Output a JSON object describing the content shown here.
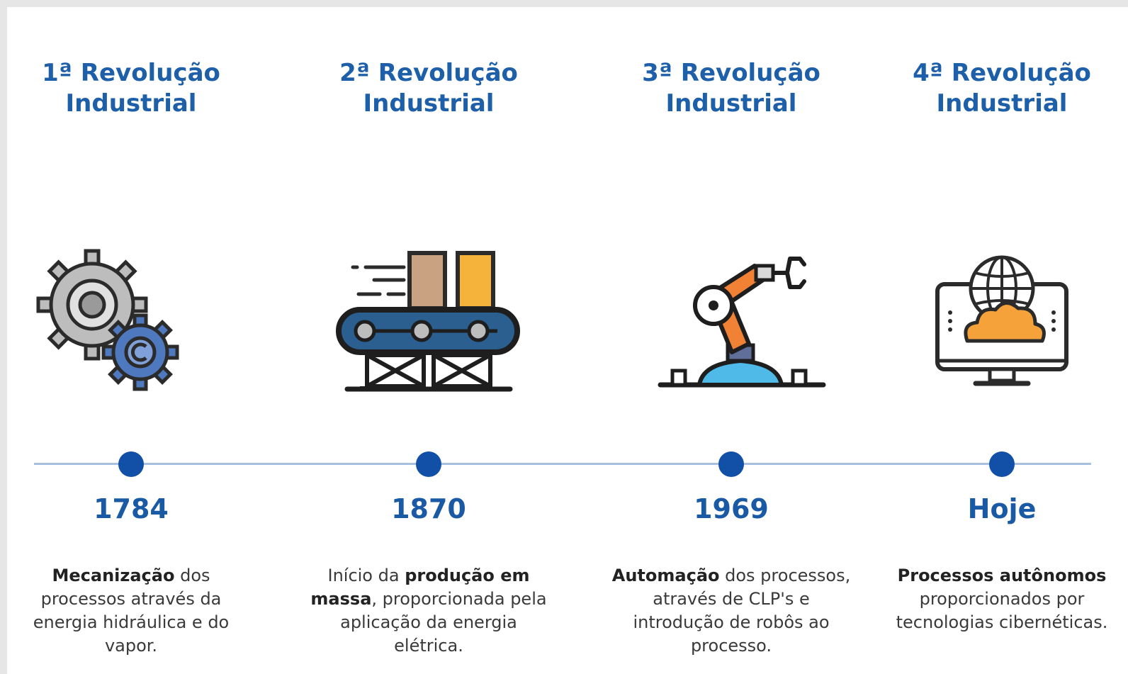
{
  "eras": [
    {
      "title_line1": "1ª Revolução",
      "title_line2": "Industrial",
      "icon": "gears-icon",
      "year": "1784",
      "desc": [
        {
          "t": "Mecanização",
          "b": true
        },
        {
          "t": " dos processos através da energia hidráulica e do vapor.",
          "b": false
        }
      ]
    },
    {
      "title_line1": "2ª Revolução",
      "title_line2": "Industrial",
      "icon": "conveyor-belt-icon",
      "year": "1870",
      "desc": [
        {
          "t": "Início da ",
          "b": false
        },
        {
          "t": "produção em massa",
          "b": true
        },
        {
          "t": ", proporcionada pela aplicação da energia elétrica.",
          "b": false
        }
      ]
    },
    {
      "title_line1": "3ª Revolução",
      "title_line2": "Industrial",
      "icon": "robotic-arm-icon",
      "year": "1969",
      "desc": [
        {
          "t": "Automação",
          "b": true
        },
        {
          "t": " dos processos, através de CLP's e introdução de robôs ao processo.",
          "b": false
        }
      ]
    },
    {
      "title_line1": "4ª Revolução",
      "title_line2": "Industrial",
      "icon": "cloud-computer-icon",
      "year": "Hoje",
      "desc": [
        {
          "t": "Processos autônomos",
          "b": true
        },
        {
          "t": " proporcionados por tecnologias cibernéticas.",
          "b": false
        }
      ]
    }
  ],
  "colors": {
    "title": "#1d5fa8",
    "year": "#1a5aa5",
    "timeline_line": "#a9bfe0",
    "timeline_dot": "#1150a6"
  }
}
